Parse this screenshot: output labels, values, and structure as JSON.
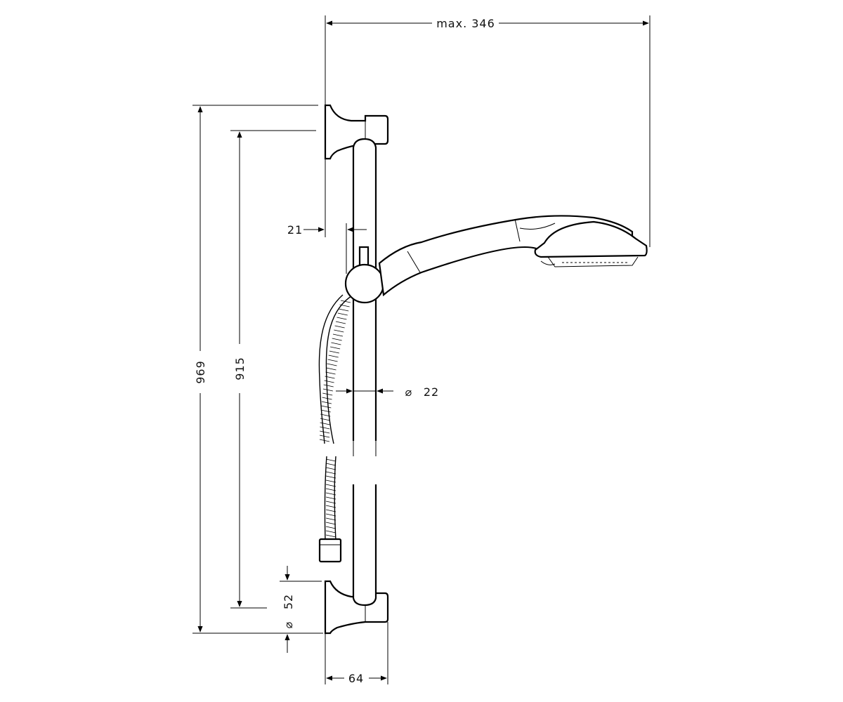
{
  "drawing": {
    "colors": {
      "line": "#000000",
      "background": "#ffffff"
    },
    "dimensions": {
      "max_width": {
        "label": "max. 346"
      },
      "total_height": {
        "label": "969"
      },
      "bar_length": {
        "label": "915"
      },
      "wall_offset": {
        "label": "21"
      },
      "bar_diameter": {
        "symbol": "⌀",
        "label": "22"
      },
      "bracket_diameter": {
        "symbol": "⌀",
        "label": "52"
      },
      "bracket_depth": {
        "label": "64"
      }
    }
  }
}
